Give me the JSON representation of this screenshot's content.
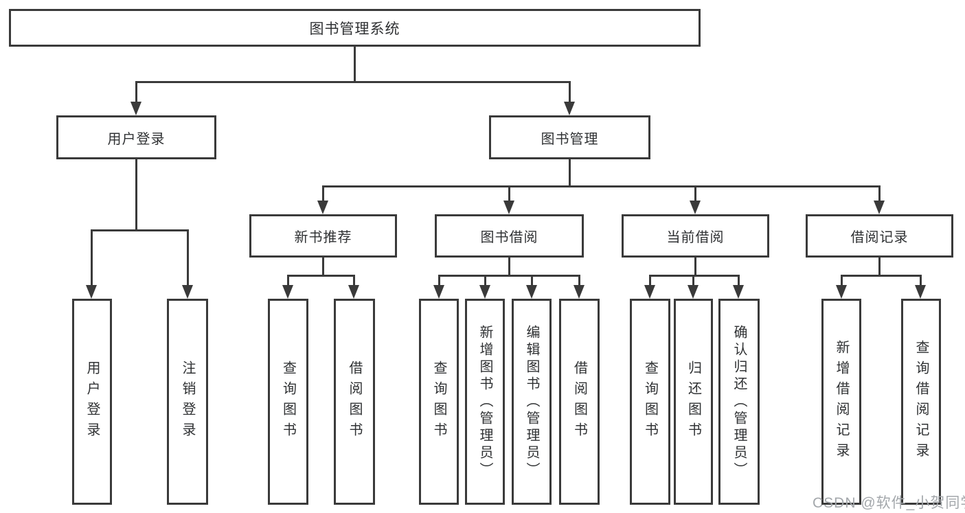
{
  "colors": {
    "line": "#3a3a3a",
    "text": "#2f3133",
    "box_background": "#ffffff",
    "watermark": "#a3a7ab"
  },
  "diagram": {
    "nodes": {
      "root": "图书管理系统",
      "user_login": "用户登录",
      "book_mgmt": "图书管理",
      "new_book_rec": "新书推荐",
      "book_borrow": "图书借阅",
      "current_borrow": "当前借阅",
      "borrow_records": "借阅记录",
      "leaf_user_login": "用户登录",
      "leaf_logout": "注销登录",
      "leaf_rec_query": "查询图书",
      "leaf_rec_borrow": "借阅图书",
      "leaf_bb_query": "查询图书",
      "leaf_bb_add": "新增图书（管理员）",
      "leaf_bb_edit": "编辑图书（管理员）",
      "leaf_bb_borrow": "借阅图书",
      "leaf_cb_query": "查询图书",
      "leaf_cb_return": "归还图书",
      "leaf_cb_confirm": "确认归还（管理员）",
      "leaf_br_add": "新增借阅记录",
      "leaf_br_query": "查询借阅记录"
    },
    "hierarchy": {
      "图书管理系统": {
        "用户登录": [
          "用户登录",
          "注销登录"
        ],
        "图书管理": {
          "新书推荐": [
            "查询图书",
            "借阅图书"
          ],
          "图书借阅": [
            "查询图书",
            "新增图书（管理员）",
            "编辑图书（管理员）",
            "借阅图书"
          ],
          "当前借阅": [
            "查询图书",
            "归还图书",
            "确认归还（管理员）"
          ],
          "借阅记录": [
            "新增借阅记录",
            "查询借阅记录"
          ]
        }
      }
    }
  },
  "watermark": "CSDN @软件_小贺同学"
}
